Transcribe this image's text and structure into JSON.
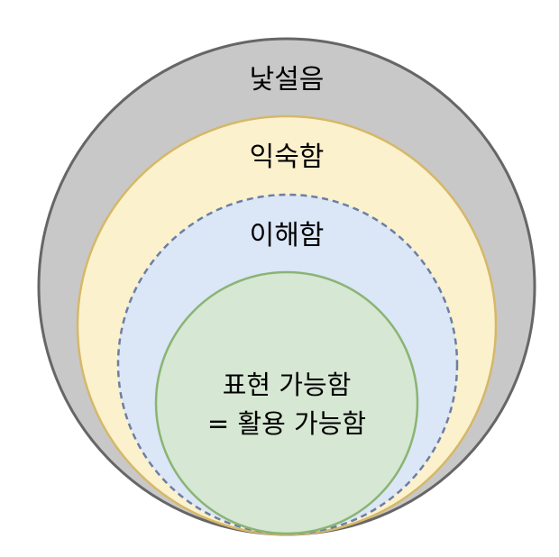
{
  "diagram": {
    "rings": [
      {
        "id": "unfamiliarity",
        "label": "낯설음",
        "fill": "#c8c8c8",
        "stroke": "#666666",
        "dashed": false
      },
      {
        "id": "familiarity",
        "label": "익숙함",
        "fill": "#fcf1cd",
        "stroke": "#d5b868",
        "dashed": false
      },
      {
        "id": "understanding",
        "label": "이해함",
        "fill": "#dbe6f6",
        "stroke": "#6b7fa3",
        "dashed": true
      },
      {
        "id": "expressible",
        "label_line1": "표현 가능함",
        "label_line2": "= 활용 가능함",
        "fill": "#d6e7d3",
        "stroke": "#8ab473",
        "dashed": false
      }
    ]
  }
}
